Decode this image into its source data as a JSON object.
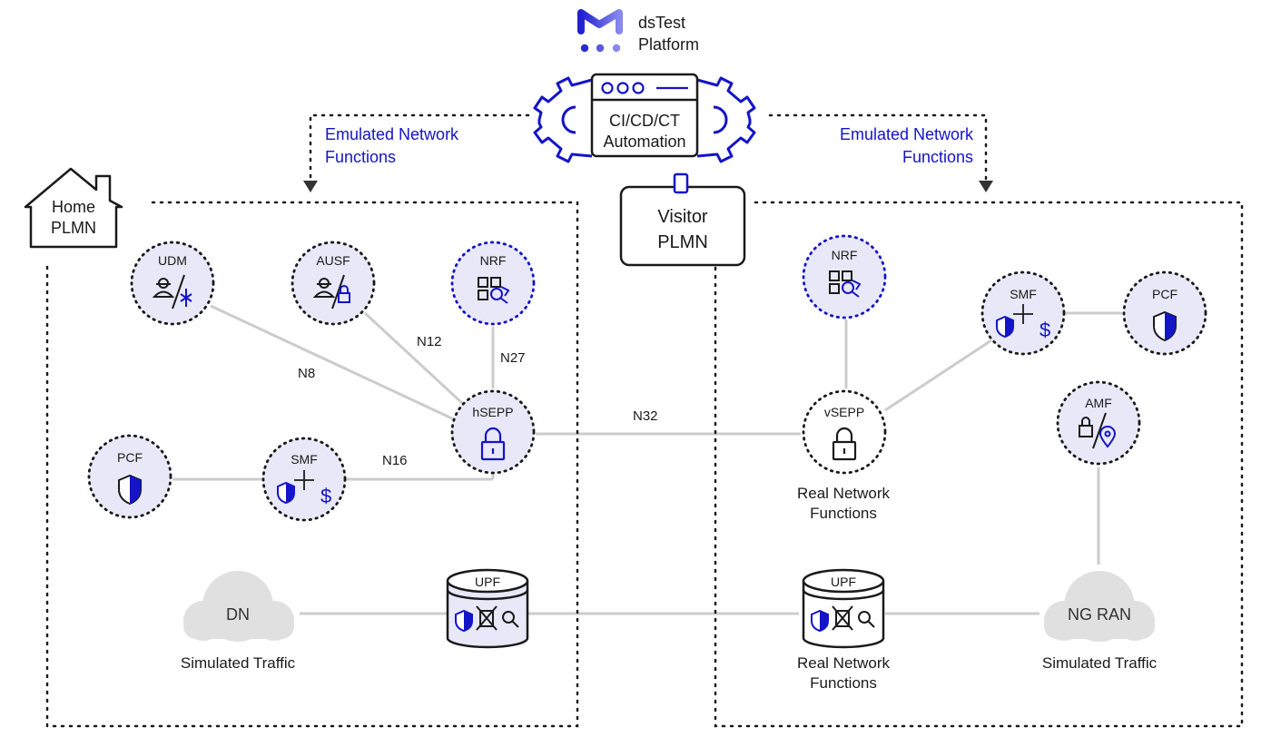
{
  "platform": {
    "name_line1": "dsTest",
    "name_line2": "Platform",
    "automation_line1": "CI/CD/CT",
    "automation_line2": "Automation"
  },
  "labels": {
    "emulated_left_line1": "Emulated Network",
    "emulated_left_line2": "Functions",
    "emulated_right_line1": "Emulated Network",
    "emulated_right_line2": "Functions",
    "home_line1": "Home",
    "home_line2": "PLMN",
    "visitor_line1": "Visitor",
    "visitor_line2": "PLMN",
    "real_nf_mid_line1": "Real Network",
    "real_nf_mid_line2": "Functions",
    "real_nf_bottom_line1": "Real Network",
    "real_nf_bottom_line2": "Functions",
    "sim_traffic_left": "Simulated Traffic",
    "sim_traffic_right": "Simulated Traffic"
  },
  "nodes": {
    "udm": "UDM",
    "ausf": "AUSF",
    "nrf_home": "NRF",
    "hsepp": "hSEPP",
    "pcf_home": "PCF",
    "smf_home": "SMF",
    "nrf_visitor": "NRF",
    "smf_visitor": "SMF",
    "pcf_visitor": "PCF",
    "vsepp": "vSEPP",
    "amf": "AMF",
    "dn": "DN",
    "upf_home": "UPF",
    "upf_visitor": "UPF",
    "ngran": "NG RAN"
  },
  "edges": {
    "n8": "N8",
    "n12": "N12",
    "n27": "N27",
    "n16": "N16",
    "n32": "N32"
  },
  "colors": {
    "accent_blue": "#1414c8",
    "node_fill": "#e8e8f8",
    "line_gray": "#cccccc",
    "cloud_gray": "#e0e0e0",
    "dark": "#1a1a1a"
  }
}
